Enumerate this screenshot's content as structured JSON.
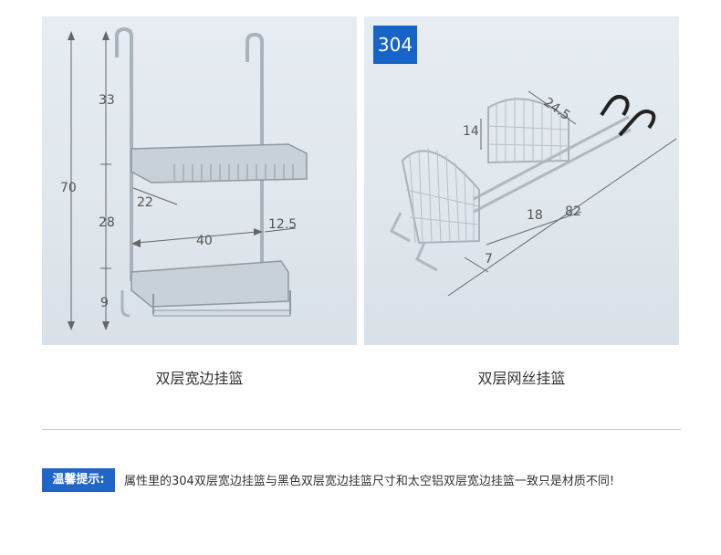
{
  "left_panel": {
    "dimensions": {
      "total_height": "70",
      "top_height": "33",
      "mid_height": "28",
      "bottom_height": "9",
      "depth": "22",
      "width": "40",
      "side": "12.5"
    },
    "caption": "双层宽边挂篮"
  },
  "right_panel": {
    "badge": "304",
    "dimensions": {
      "basket_width": "24.5",
      "basket_height": "14",
      "inner_depth": "18",
      "length": "82",
      "bottom": "7"
    },
    "caption": "双层网丝挂篮"
  },
  "notice": {
    "label": "温馨提示:",
    "text": "属性里的304双层宽边挂篮与黑色双层宽边挂篮尺寸和太空铝双层宽边挂篮一致只是材质不同!"
  }
}
